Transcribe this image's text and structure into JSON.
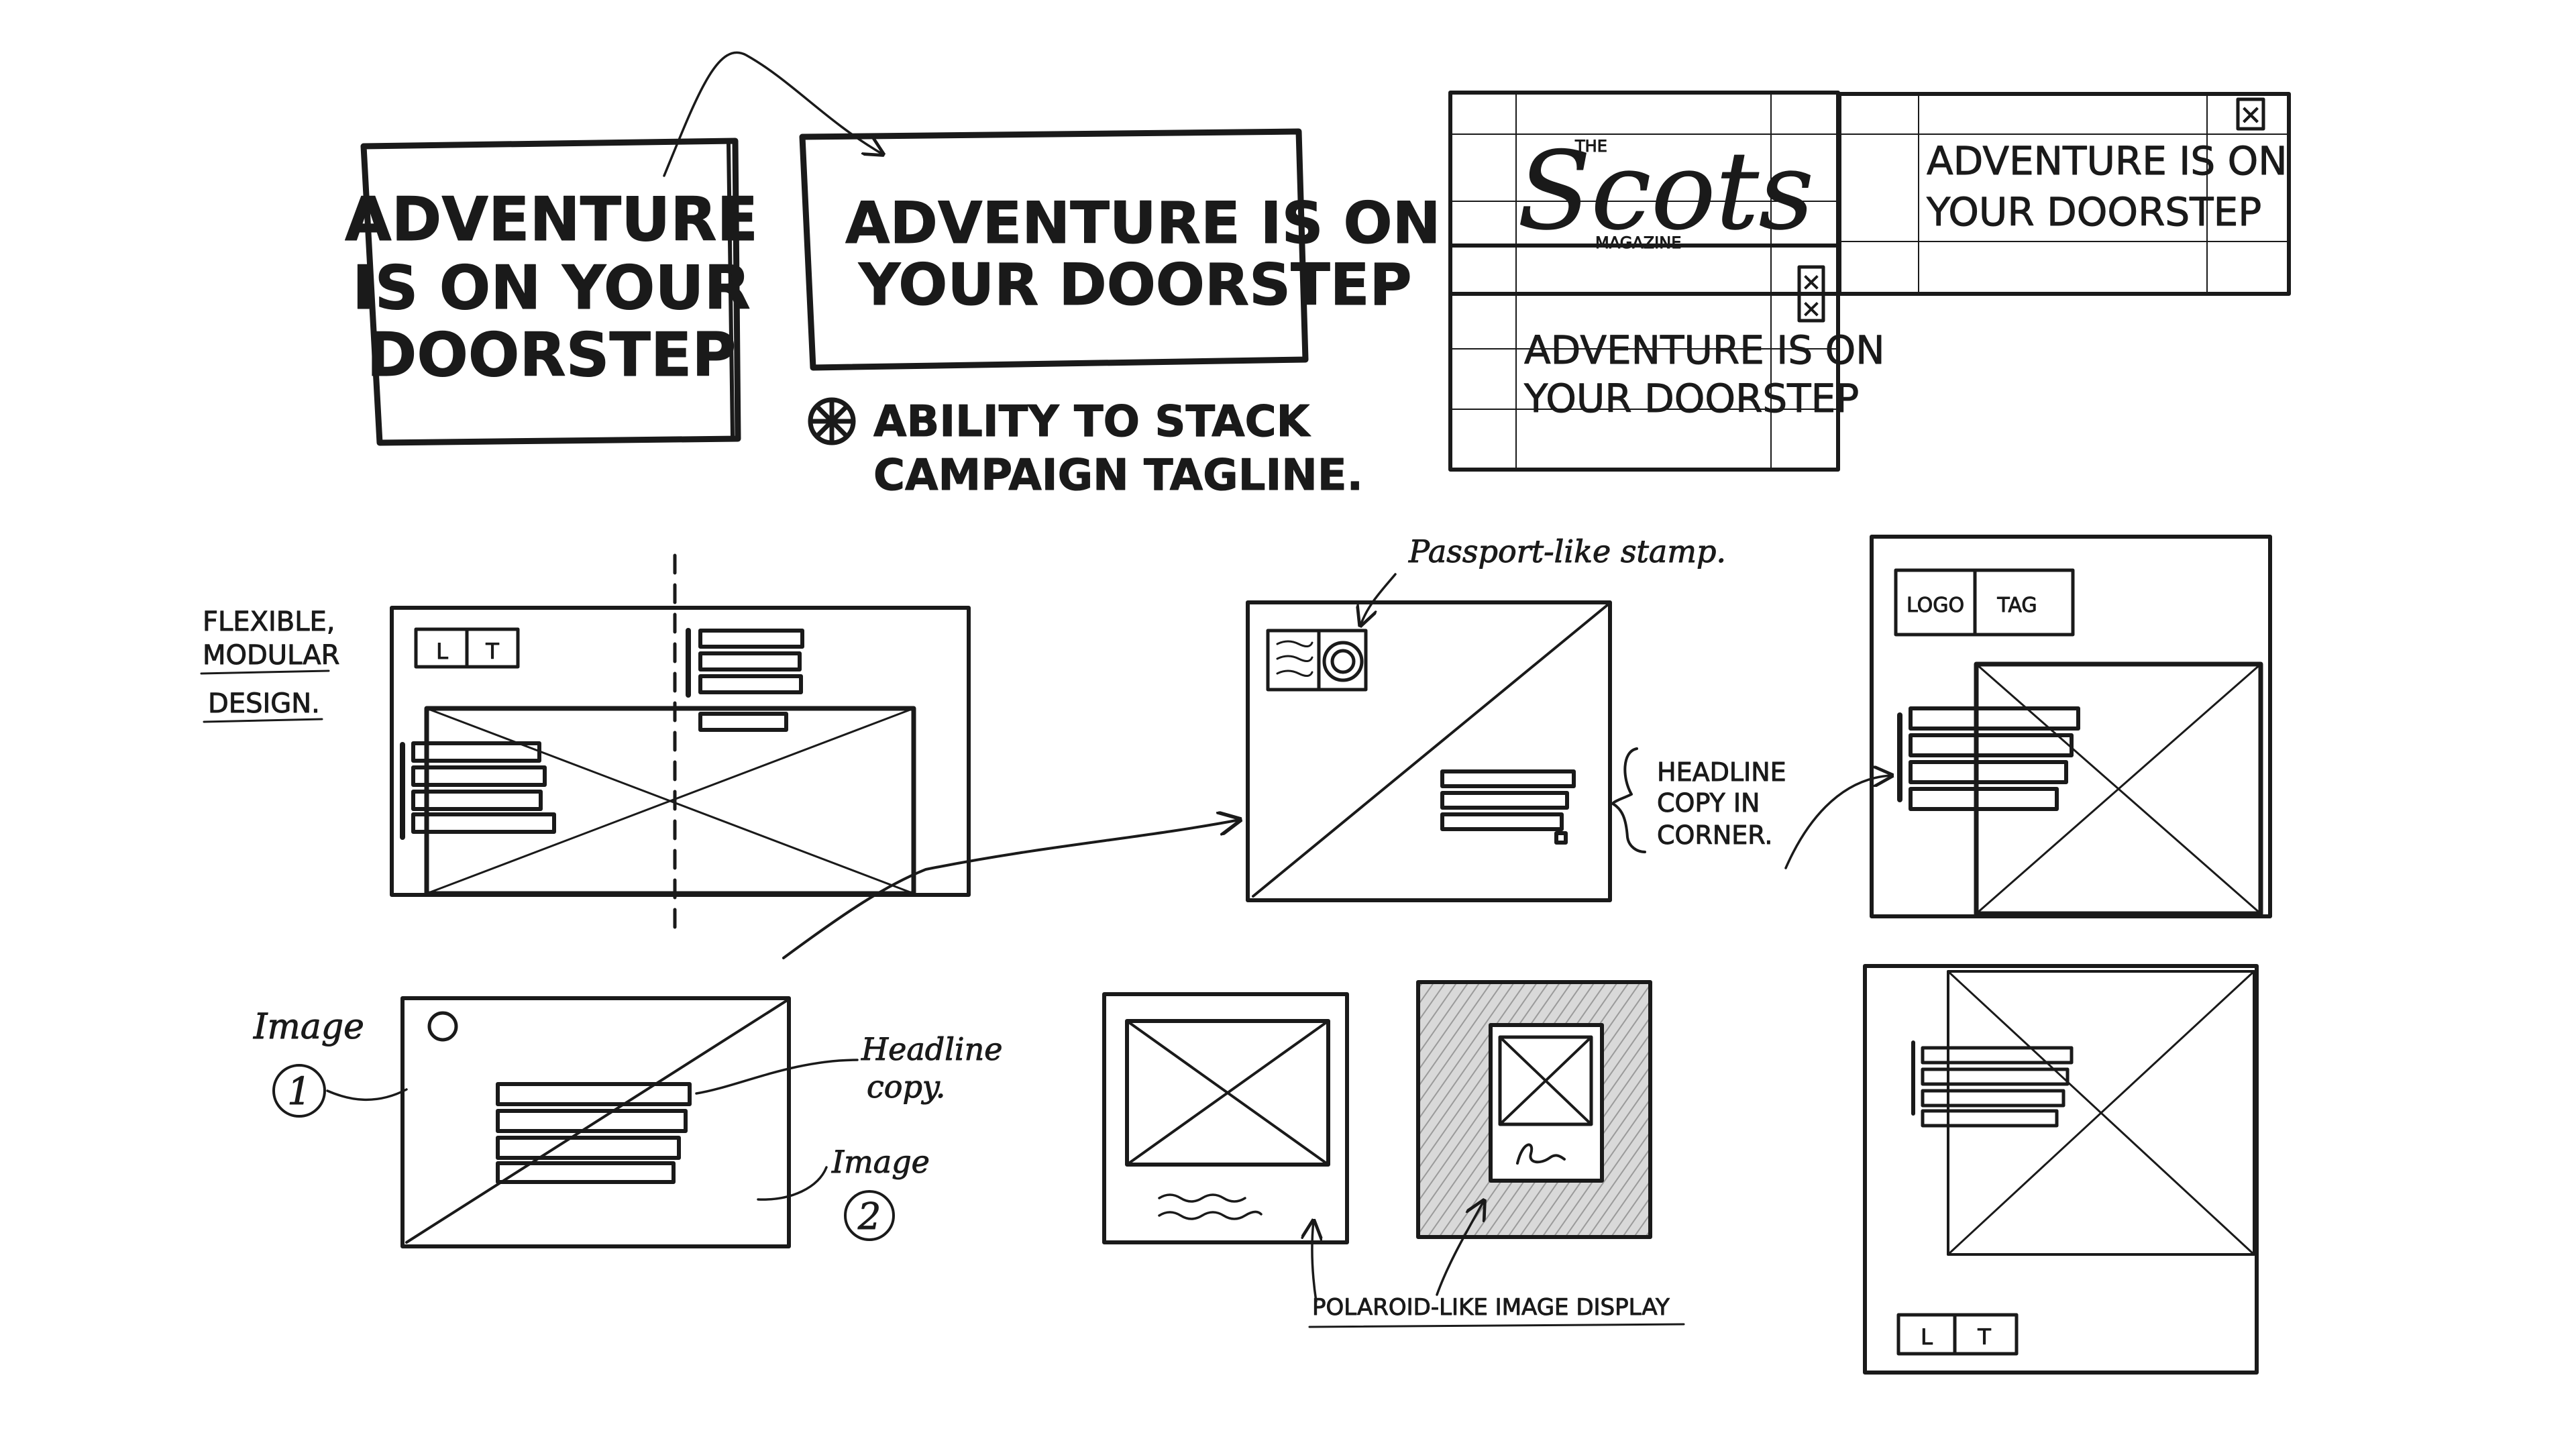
{
  "tagline_stacked": [
    "ADVENTURE",
    "IS ON YOUR",
    "DOORSTEP"
  ],
  "tagline_wide": [
    "ADVENTURE IS ON",
    "YOUR DOORSTEP"
  ],
  "stack_note": [
    "ABILITY TO STACK",
    "CAMPAIGN TAGLINE."
  ],
  "logo": {
    "the": "THE",
    "scots": "Scots",
    "magazine": "MAGAZINE"
  },
  "banner_tagline": [
    "ADVENTURE IS ON",
    "YOUR DOORSTEP"
  ],
  "close_glyph": "×",
  "flexible_note": [
    "FLEXIBLE,",
    "MODULAR",
    "DESIGN."
  ],
  "lt": {
    "l": "L",
    "t": "T"
  },
  "logo_tag": {
    "logo": "LOGO",
    "tag": "TAG"
  },
  "passport_note": "Passport-like stamp.",
  "headline_corner_note": [
    "HEADLINE",
    "COPY IN",
    "CORNER."
  ],
  "image1_label": "Image",
  "image1_number": "1",
  "image2_label": "Image",
  "image2_number": "2",
  "headline_copy_label": [
    "Headline",
    "copy."
  ],
  "polaroid_note": "POLAROID-LIKE IMAGE DISPLAY",
  "stroke_color": "#1a1a1a"
}
